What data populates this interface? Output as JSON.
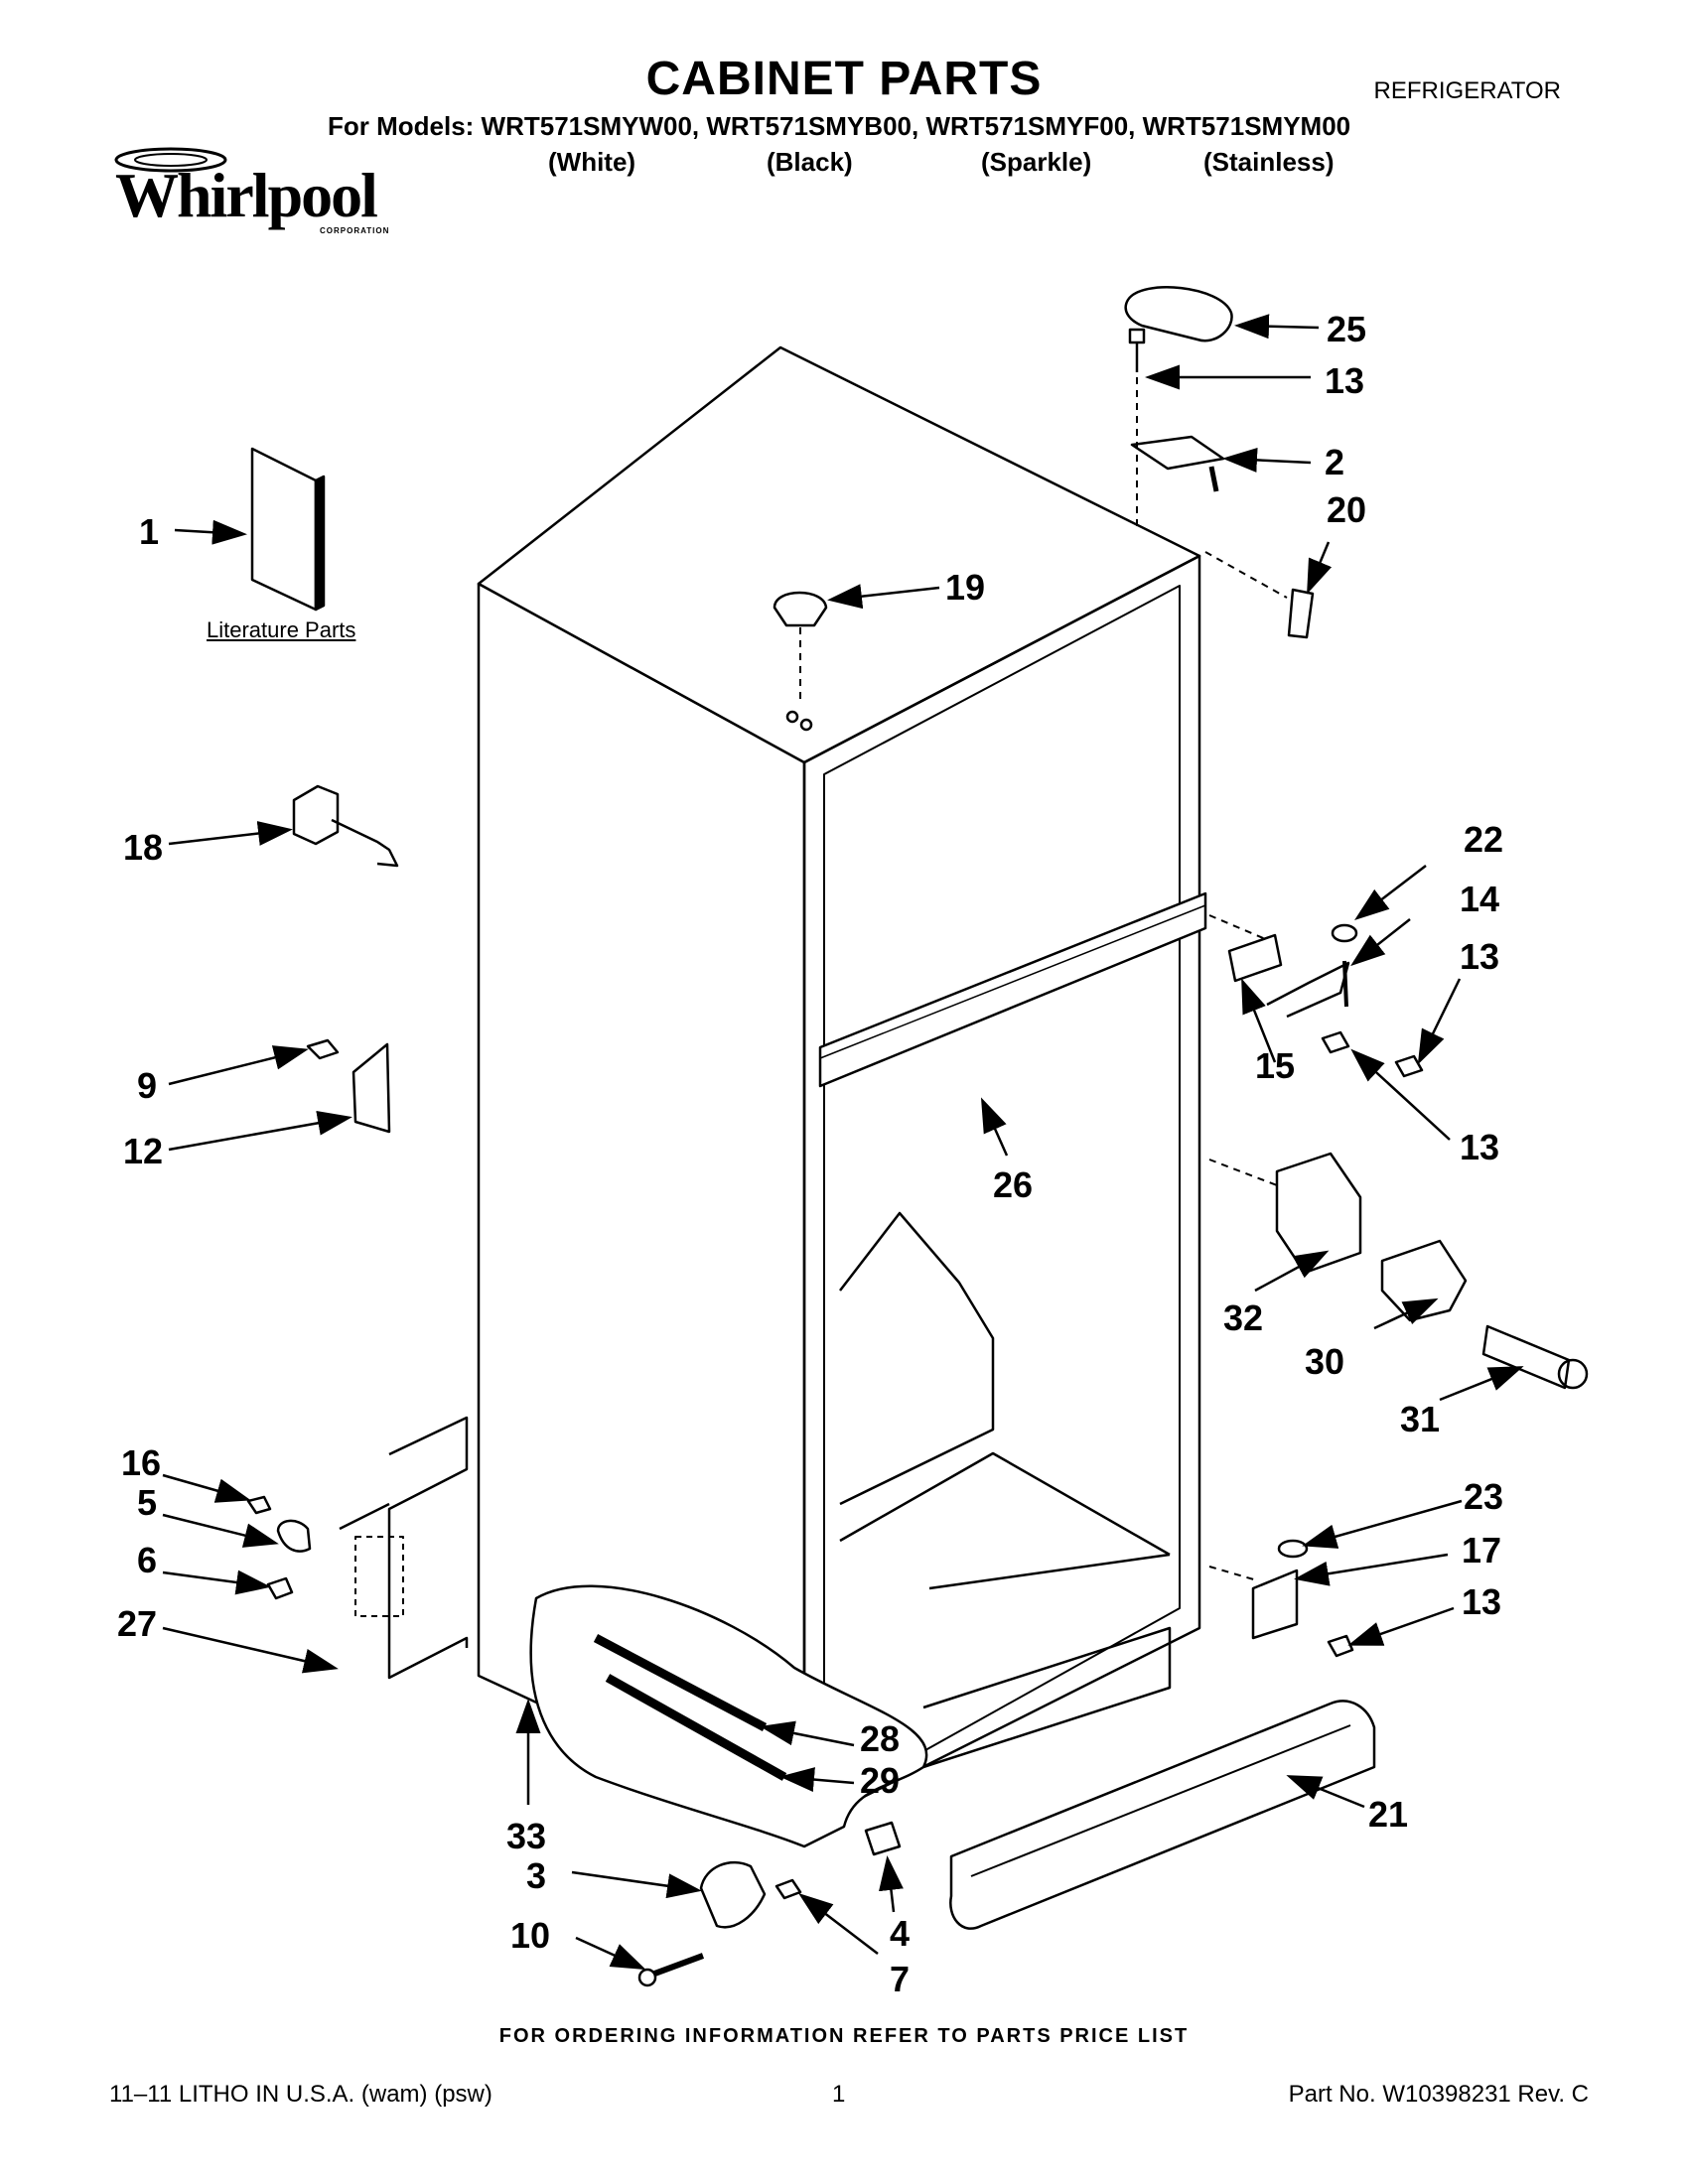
{
  "header": {
    "title": "CABINET PARTS",
    "category": "REFRIGERATOR",
    "models": "For Models: WRT571SMYW00, WRT571SMYB00, WRT571SMYF00, WRT571SMYM00",
    "colors": [
      "(White)",
      "(Black)",
      "(Sparkle)",
      "(Stainless)"
    ]
  },
  "logo": {
    "wordmark": "Whirlpool",
    "subline": "CORPORATION"
  },
  "literature_label": "Literature Parts",
  "callouts": [
    "1",
    "2",
    "3",
    "4",
    "5",
    "6",
    "7",
    "9",
    "10",
    "12",
    "13",
    "13",
    "13",
    "13",
    "14",
    "15",
    "16",
    "17",
    "18",
    "19",
    "20",
    "21",
    "22",
    "23",
    "25",
    "26",
    "27",
    "28",
    "29",
    "30",
    "31",
    "32",
    "33"
  ],
  "footer": {
    "note": "FOR ORDERING INFORMATION REFER TO PARTS PRICE LIST",
    "left": "11–11 LITHO IN U.S.A. (wam) (psw)",
    "page": "1",
    "right": "Part No. W10398231 Rev. C"
  }
}
